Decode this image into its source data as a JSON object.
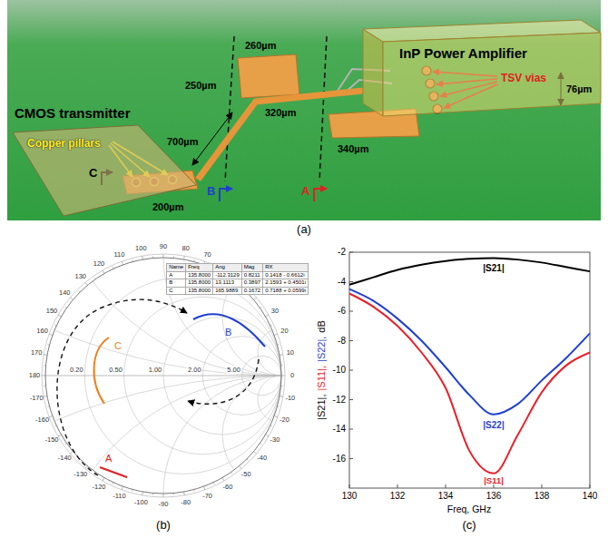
{
  "diagram": {
    "nodes": [
      {
        "text": [
          "CMOS transmitter"
        ]
      },
      {
        "text": [
          "InP Power Amplifier"
        ]
      }
    ],
    "edges": [
      {
        "from": 0,
        "to": 1,
        "arrow": "none"
      }
    ],
    "labels": [
      "Copper pillars",
      "C",
      "200µm",
      "700µm",
      "250µm",
      "260µm",
      "B",
      "320µm",
      "A",
      "340µm",
      "TSV vias",
      "76µm",
      "(a)",
      "70",
      "80",
      "90",
      "100",
      "110",
      "120",
      "130",
      "140",
      "150",
      "160",
      "170",
      "180",
      "-170",
      "-160",
      "-150",
      "-140",
      "-130",
      "-120",
      "-110",
      "-100",
      "-90",
      "-80",
      "-70",
      "-60",
      "-50",
      "-40",
      "-30",
      "-20",
      "-10",
      "0",
      "10",
      "20",
      "30",
      "0.20",
      "0.50",
      "1.00",
      "2.00",
      "5.00",
      "A",
      "B",
      "C",
      "Name",
      "Freq",
      "Ang",
      "Mag",
      "RX",
      "A",
      "135.8000",
      "-112.3129",
      "0.8211",
      "0.1418 - 0.6612i",
      "B",
      "135.8000",
      "13.1113",
      "0.3897",
      "2.1593 + 0.4501i",
      "C",
      "135.8000",
      "165.9889",
      "0.1672",
      "0.7188 + 0.0599i",
      "(b)",
      "-2",
      "-4",
      "-6",
      "-8",
      "-10",
      "-12",
      "-14",
      "-16",
      "130",
      "132",
      "134",
      "136",
      "138",
      "140",
      "|S21|,",
      "|S11|,",
      "|S22|,",
      "dB",
      "Freq, GHz",
      "|S21|",
      "|S22|",
      "|S11|",
      "(c)"
    ]
  }
}
